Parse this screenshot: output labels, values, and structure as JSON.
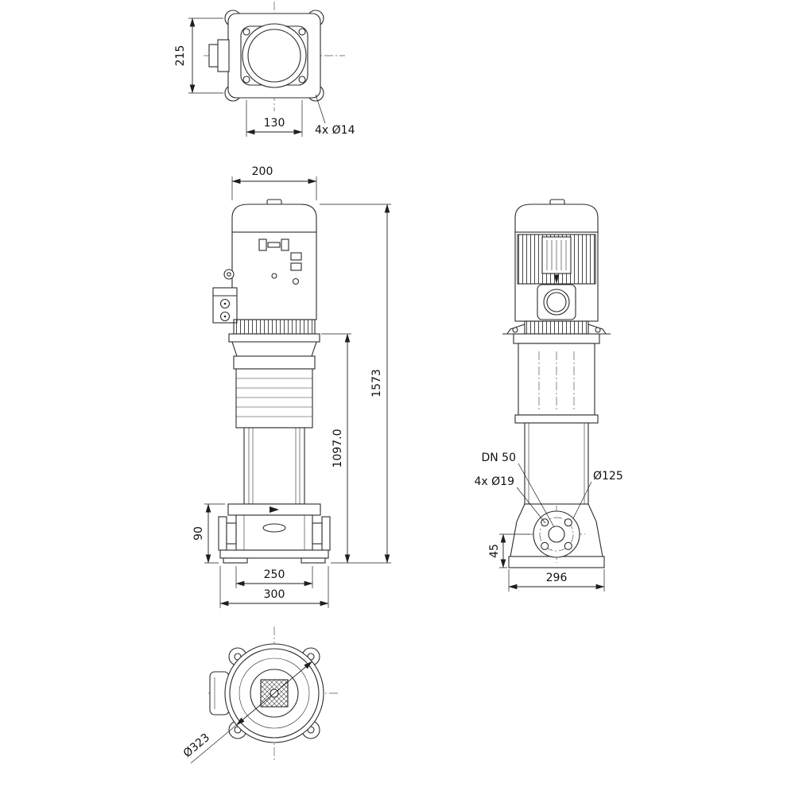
{
  "drawing": {
    "top_view": {
      "bolt_spacing_v": "215",
      "bolt_spacing_h": "130",
      "bolt_holes": "4x Ø14"
    },
    "front_view": {
      "motor_width": "200",
      "total_height": "1573",
      "pump_unit_height": "1097.0",
      "base_height": "90",
      "port_span": "250",
      "base_width": "300"
    },
    "side_view": {
      "flange_size": "DN 50",
      "flange_holes": "4x Ø19",
      "flange_diameter": "Ø125",
      "flange_center_height": "45",
      "base_depth": "296"
    },
    "bottom_view": {
      "swing_diameter": "Ø323"
    }
  }
}
